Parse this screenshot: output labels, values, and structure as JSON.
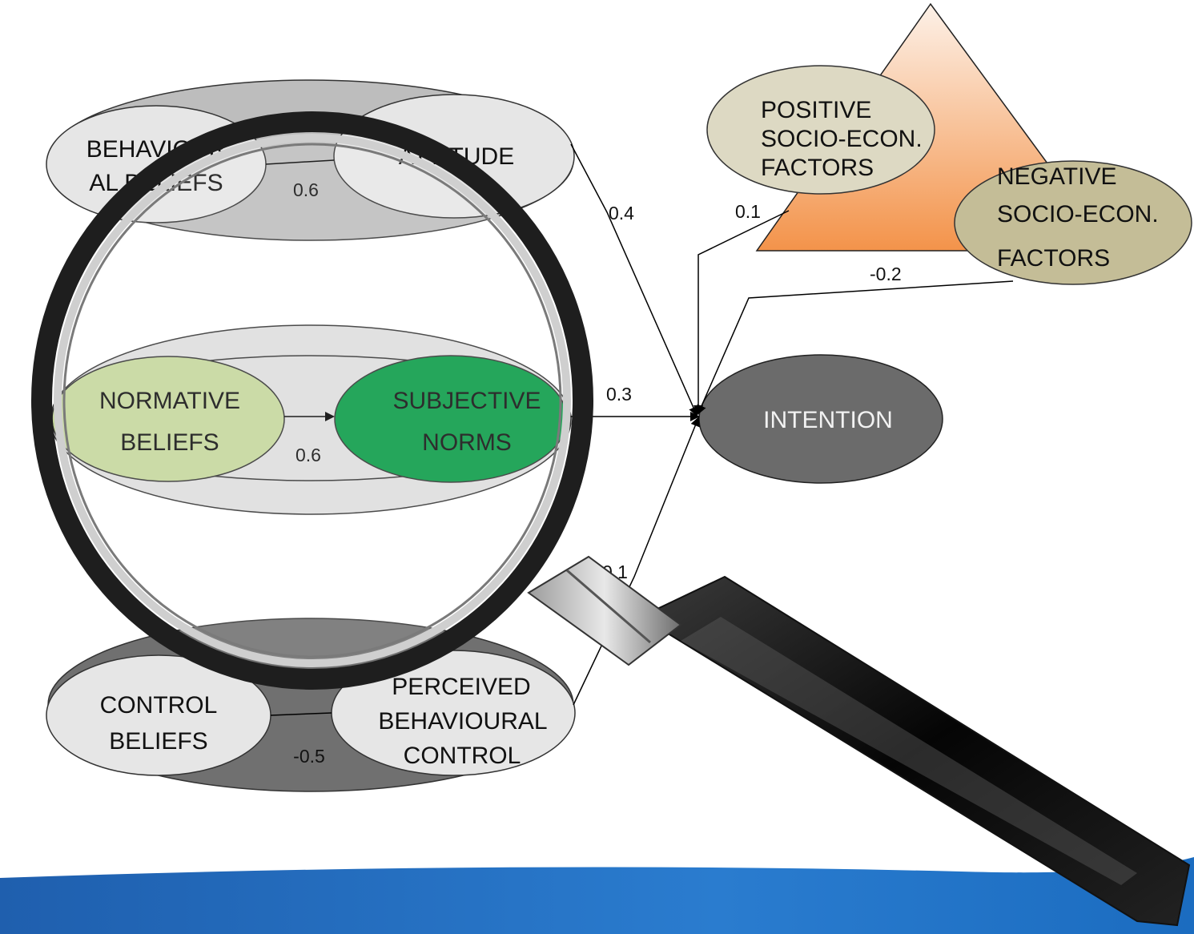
{
  "nodes": {
    "behavioural_beliefs": {
      "lines": [
        "BEHAVIOUR",
        "AL BELIEFS"
      ]
    },
    "attitude": {
      "lines": [
        "ATTITUDE"
      ]
    },
    "normative_beliefs": {
      "lines": [
        "NORMATIVE",
        "BELIEFS"
      ]
    },
    "subjective_norms": {
      "lines": [
        "SUBJECTIVE",
        "NORMS"
      ]
    },
    "control_beliefs": {
      "lines": [
        "CONTROL",
        "BELIEFS"
      ]
    },
    "perceived_control": {
      "lines": [
        "PERCEIVED",
        "BEHAVIOURAL",
        "CONTROL"
      ]
    },
    "intention": {
      "lines": [
        "INTENTION"
      ]
    },
    "positive_factors": {
      "lines": [
        "POSITIVE",
        "SOCIO-ECON.",
        "FACTORS"
      ]
    },
    "negative_factors": {
      "lines": [
        "NEGATIVE",
        "SOCIO-ECON.",
        "FACTORS"
      ]
    }
  },
  "weights": {
    "beliefs_attitude": "0.6",
    "normative_subjective": "0.6",
    "control_perceived": "-0.5",
    "attitude_intention": "0.4",
    "subjective_intention": "0.3",
    "perceived_intention": "0.1",
    "positive_intention": "0.1",
    "negative_intention": "-0.2"
  },
  "colors": {
    "group_gray": "#bdbdbd",
    "group_light": "#dddddd",
    "group_dark": "#707070",
    "node_light": "#e6e6e6",
    "normative_fill": "#c4d79b",
    "subjective_fill": "#079a45",
    "intention_fill": "#6b6b6b",
    "triangle_top": "#fdf1e8",
    "triangle_bottom": "#f3934a",
    "positive_fill": "#ddd9c3",
    "negative_fill": "#c4bd97",
    "wave_blue": "#1b6cc0",
    "lens_rim": "#2a2a2a"
  },
  "icons": [
    "magnifying-glass-icon"
  ]
}
